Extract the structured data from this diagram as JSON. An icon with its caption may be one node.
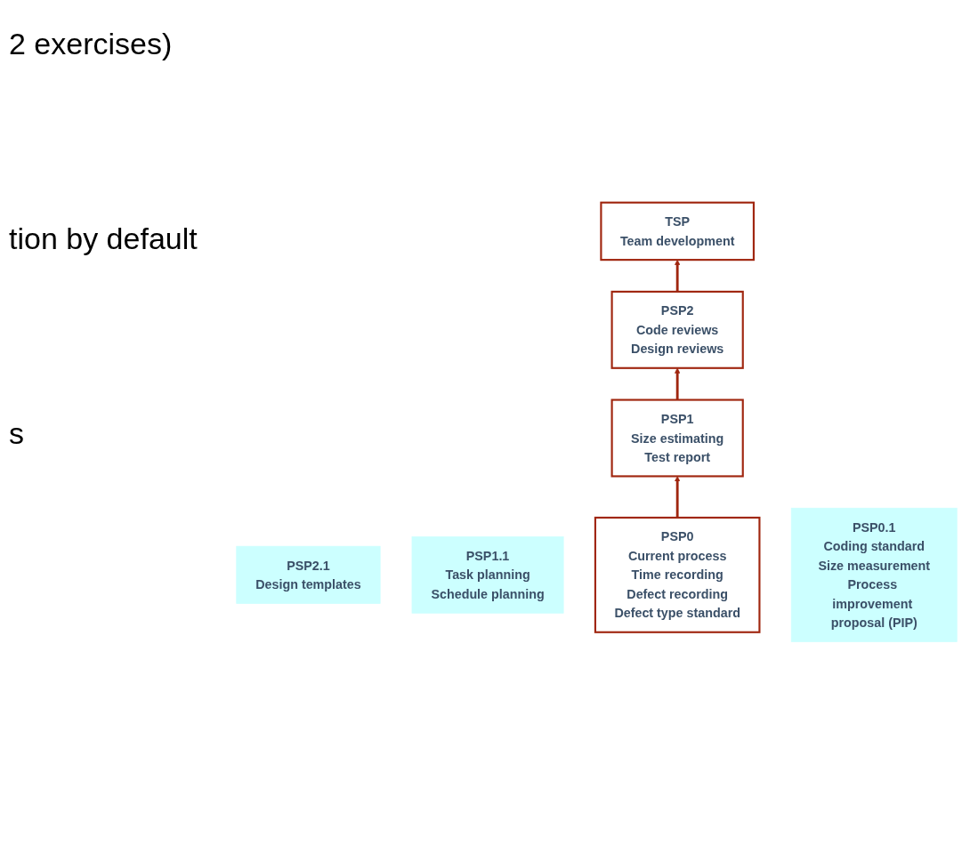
{
  "diagram": {
    "nodes": [
      {
        "text": [
          "TSP",
          "Team development"
        ]
      },
      {
        "text": [
          "PSP2",
          "Code reviews",
          "Design reviews"
        ]
      },
      {
        "text": [
          "PSP2.1",
          "Design templates"
        ]
      },
      {
        "text": [
          "PSP1",
          "Size estimating",
          "Test report"
        ]
      },
      {
        "text": [
          "PSP1.1",
          "Task planning",
          "Schedule planning"
        ]
      },
      {
        "text": [
          "PSP0",
          "Current process",
          "Time recording",
          "Defect recording",
          "Defect type standard"
        ]
      },
      {
        "text": [
          "PSP0.1",
          "Coding standard",
          "Size measurement",
          "Process improvement proposal (PIP)"
        ]
      }
    ],
    "edges": [
      {
        "from": 5,
        "to": 3,
        "arrow": "to"
      },
      {
        "from": 3,
        "to": 1,
        "arrow": "to"
      },
      {
        "from": 1,
        "to": 0,
        "arrow": "to"
      }
    ],
    "labels": [
      "2 exercises)",
      "tion by default",
      "s"
    ]
  }
}
